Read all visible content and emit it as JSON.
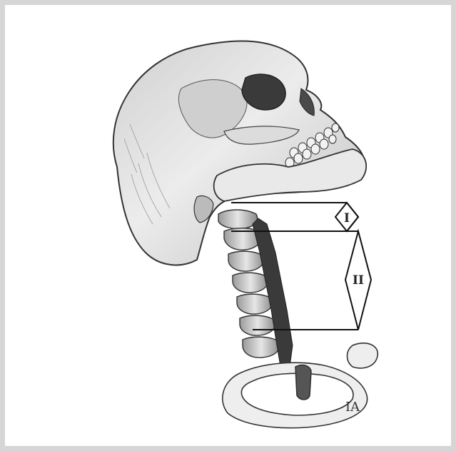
{
  "figure": {
    "region_labels": {
      "upper": "I",
      "lower": "II"
    },
    "signature": "IA",
    "colors": {
      "frame": "#d6d6d6",
      "ink": "#222222",
      "bone": "#f4f4f4",
      "shadow": "#7a7a7a"
    }
  }
}
